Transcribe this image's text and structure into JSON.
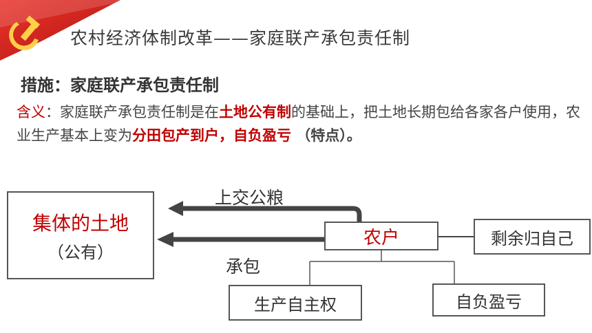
{
  "header": {
    "logo_icon": "party-emblem-icon",
    "title": "农村经济体制改革——家庭联产承包责任制"
  },
  "measure": {
    "title": "措施：家庭联产承包责任制"
  },
  "definition": {
    "label": "含义",
    "colon": "：",
    "part1": "家庭联产承包责任制是在",
    "highlight1": "土地公有制",
    "part2": "的基础上，把土地长期包给各家各户使用，农业生产基本上变为",
    "highlight2": "分田包产到户，自负盈亏",
    "part3": " （特点）。"
  },
  "diagram": {
    "land_title": "集体的土地",
    "land_sub": "（公有）",
    "farmer": "农户",
    "surplus": "剩余归自己",
    "autonomy": "生产自主权",
    "self_responsibility": "自负盈亏",
    "grain_label": "上交公粮",
    "contract_label": "承包"
  },
  "colors": {
    "accent_red": "#c00000",
    "arrow": "#444444"
  }
}
